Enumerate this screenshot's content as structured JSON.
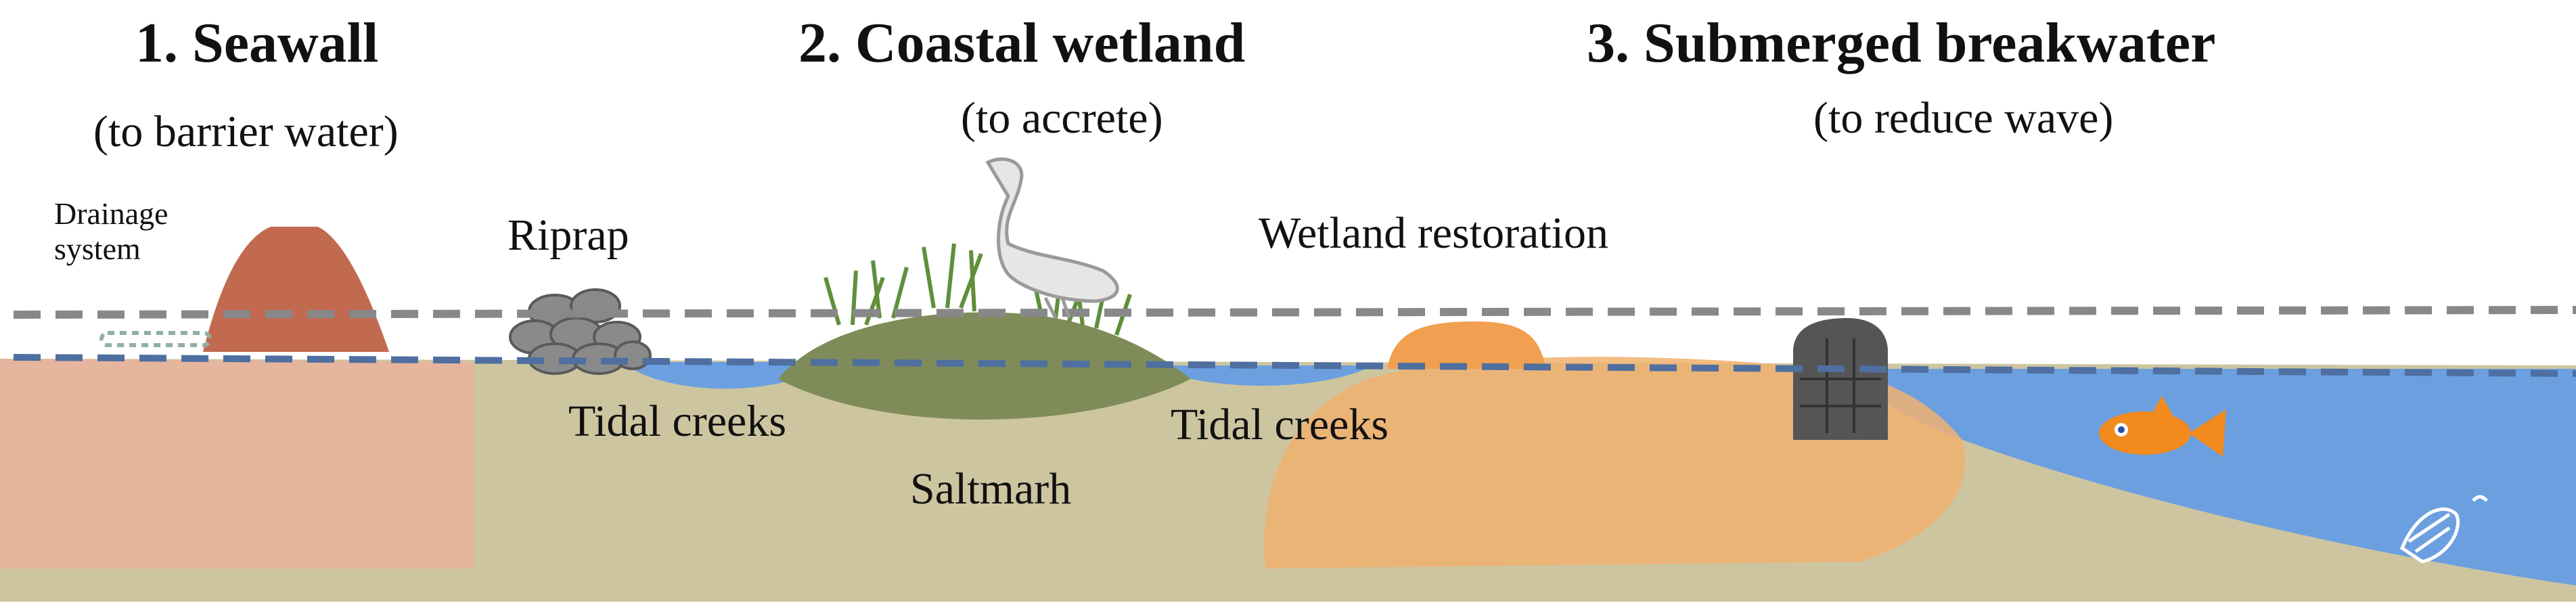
{
  "sections": [
    {
      "title": "1. Seawall",
      "subtitle": "(to barrier water)"
    },
    {
      "title": "2. Coastal wetland",
      "subtitle": "(to accrete)"
    },
    {
      "title": "3. Submerged breakwater",
      "subtitle": "(to reduce wave)"
    }
  ],
  "labels": {
    "drainage": "Drainage system",
    "riprap": "Riprap",
    "wetland_restoration": "Wetland restoration",
    "tidal_creeks_left": "Tidal creeks",
    "tidal_creeks_right": "Tidal creeks",
    "saltmarsh": "Saltmarh"
  },
  "colors": {
    "sediment": "#cdc5a0",
    "seawall_base": "#e8b39c",
    "seawall_top": "#c26a50",
    "marsh_mound": "#7f8c5a",
    "restoration": "#f0b070",
    "water": "#6b9fe0",
    "riprap": "#8a8a8a",
    "dash_line": "#888888",
    "dash_line_low": "#4e6fa0",
    "fish": "#f28a1e"
  }
}
